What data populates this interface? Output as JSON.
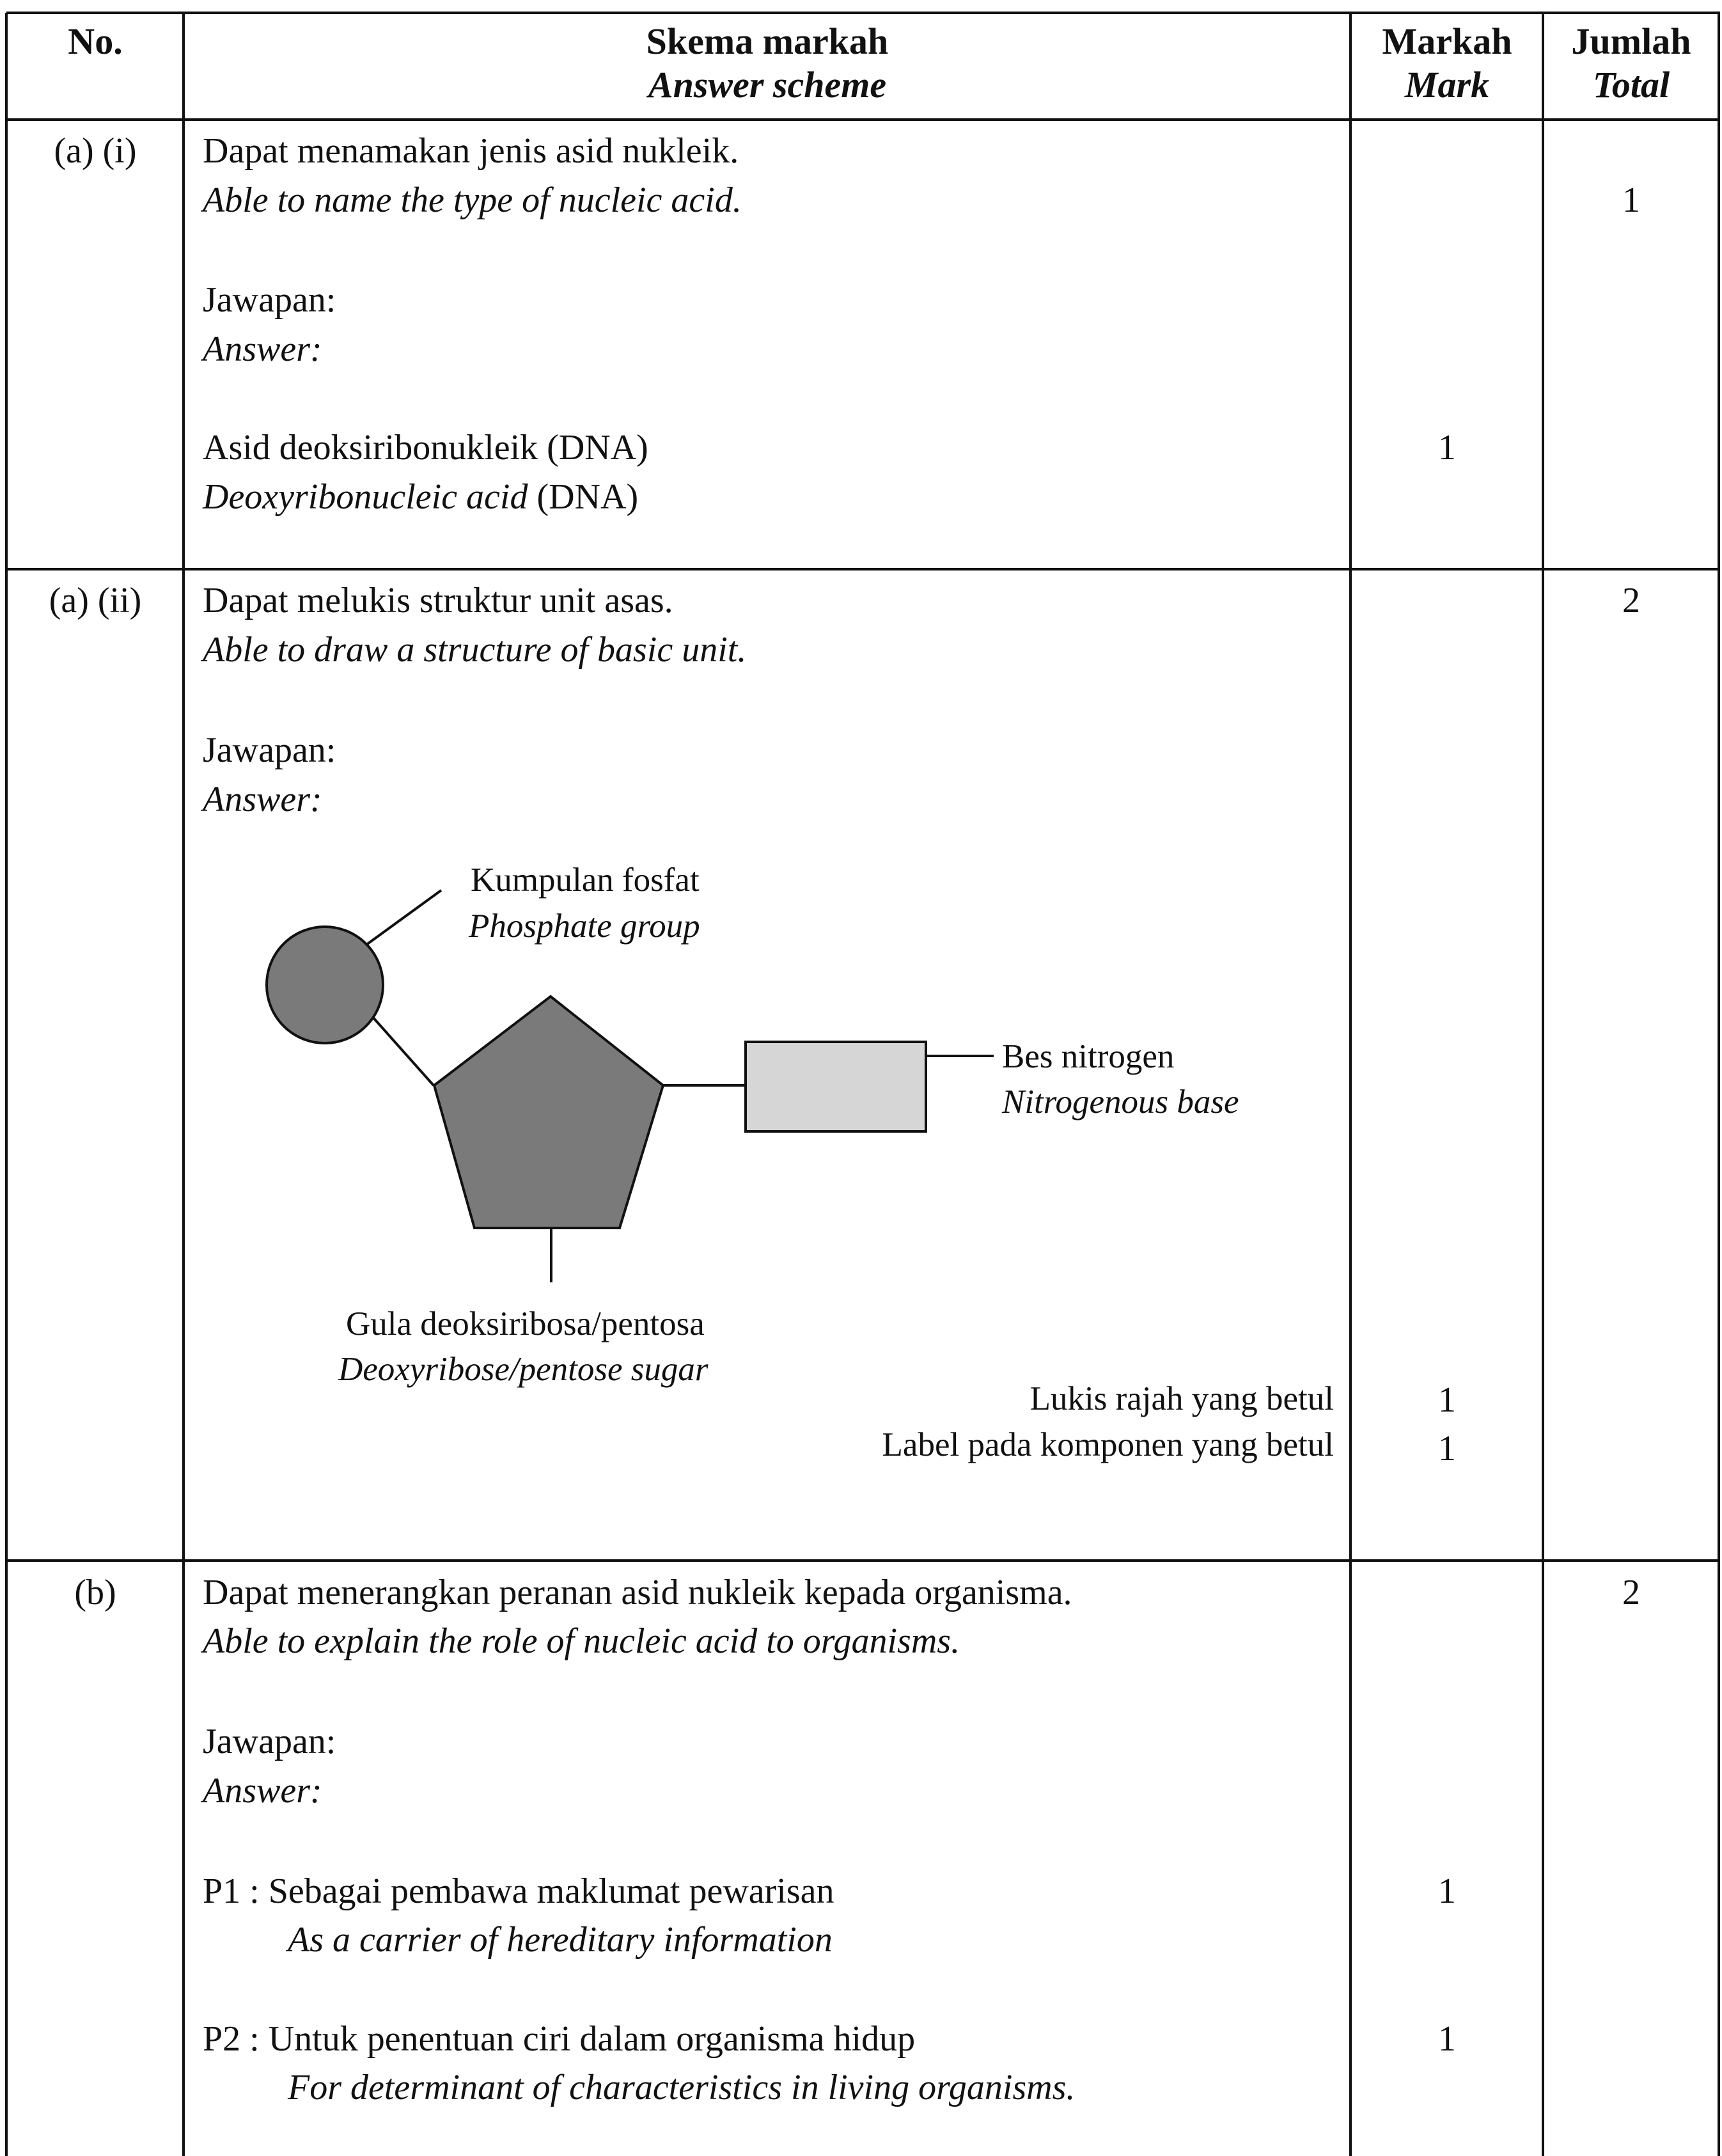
{
  "header": {
    "no": "No.",
    "scheme_ms": "Skema markah",
    "scheme_en": "Answer scheme",
    "mark_ms": "Markah",
    "mark_en": "Mark",
    "total_ms": "Jumlah",
    "total_en": "Total"
  },
  "rows": [
    {
      "no": "(a) (i)",
      "criterion_ms": "Dapat menamakan jenis asid nukleik.",
      "criterion_en": "Able to name the type of nucleic acid.",
      "answer_ms": "Jawapan:",
      "answer_en": "Answer:",
      "total": "1",
      "point_ms": "Asid deoksiribonukleik (DNA)",
      "point_en_italic": "Deoxyribonucleic acid",
      "point_en_rest": " (DNA)",
      "point_mark": "1"
    },
    {
      "no": "(a) (ii)",
      "criterion_ms": "Dapat melukis struktur unit asas.",
      "criterion_en": "Able to draw a structure of basic unit.",
      "answer_ms": "Jawapan:",
      "answer_en": "Answer:",
      "total": "2",
      "diagram": {
        "phosphate_ms": "Kumpulan fosfat",
        "phosphate_en": "Phosphate group",
        "base_ms": "Bes nitrogen",
        "base_en": "Nitrogenous base",
        "sugar_ms": "Gula deoksiribosa/pentosa",
        "sugar_en": "Deoxyribose/pentose sugar",
        "sugar_fill": "#7a7a7a",
        "phosphate_fill": "#7a7a7a",
        "base_fill": "#d6d6d6"
      },
      "criteria": [
        {
          "text": "Lukis rajah yang betul",
          "mark": "1"
        },
        {
          "text": "Label pada komponen yang betul",
          "mark": "1"
        }
      ]
    },
    {
      "no": "(b)",
      "criterion_ms": "Dapat menerangkan peranan asid nukleik kepada organisma.",
      "criterion_en": "Able to explain the role of nucleic acid to organisms.",
      "answer_ms": "Jawapan:",
      "answer_en": "Answer:",
      "total": "2",
      "points": [
        {
          "ms": "P1 : Sebagai pembawa maklumat pewarisan",
          "en": "As a carrier of hereditary information",
          "mark": "1"
        },
        {
          "ms": "P2 : Untuk penentuan ciri dalam organisma hidup",
          "en": "For determinant of characteristics in living organisms.",
          "mark": "1"
        }
      ]
    }
  ]
}
